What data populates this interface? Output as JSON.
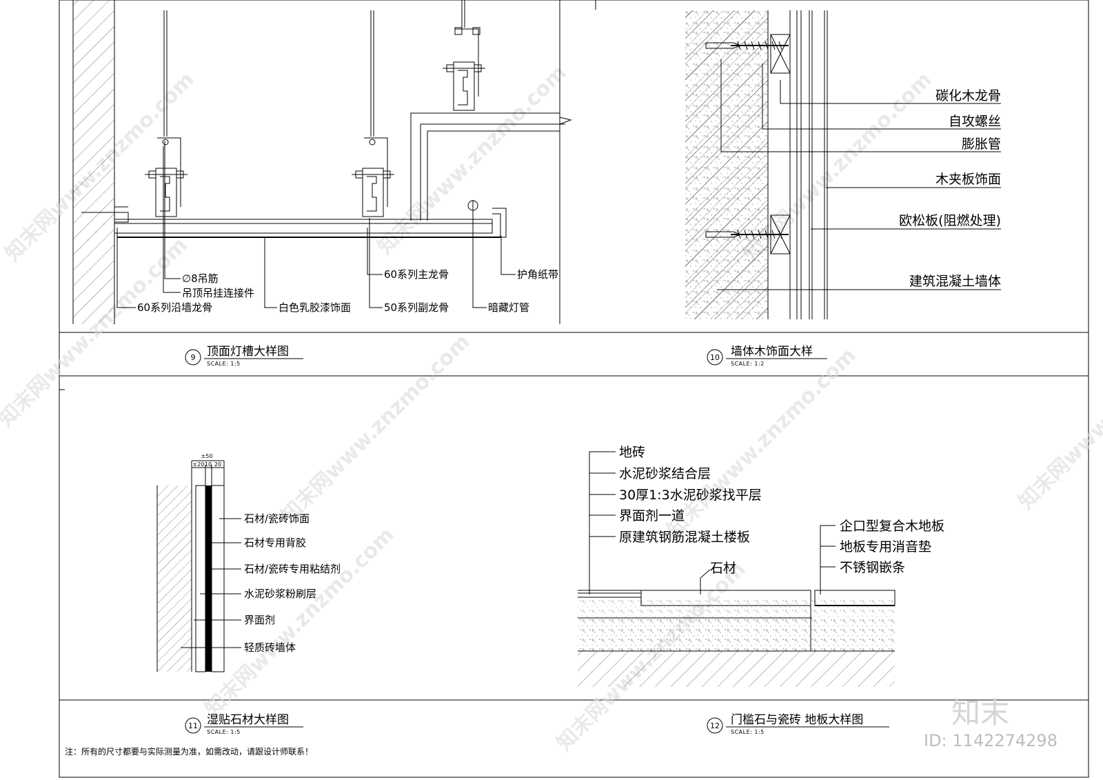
{
  "panels": {
    "p9": {
      "number": "9",
      "title": "顶面灯槽大样图",
      "scale": "SCALE: 1:5",
      "labels": {
        "rod": "∅8吊筋",
        "hanger": "吊顶吊挂连接件",
        "wall_keel": "60系列沿墙龙骨",
        "paint": "白色乳胶漆饰面",
        "main_keel": "60系列主龙骨",
        "sub_keel": "50系列副龙骨",
        "light": "暗藏灯管",
        "tape": "护角纸带"
      }
    },
    "p10": {
      "number": "10",
      "title": "墙体木饰面大样",
      "scale": "SCALE: 1:2",
      "labels": {
        "l1": "碳化木龙骨",
        "l2": "自攻螺丝",
        "l3": "膨胀管",
        "l4": "木夹板饰面",
        "l5": "欧松板(阻燃处理)",
        "l6": "建筑混凝土墙体"
      }
    },
    "p11": {
      "number": "11",
      "title": "湿贴石材大样图",
      "scale": "SCALE: 1:5",
      "dims": {
        "total": "±50",
        "a": "±20",
        "b": "10",
        "c": "20"
      },
      "labels": {
        "l1": "石材/瓷砖饰面",
        "l2": "石材专用背胶",
        "l3": "石材/瓷砖专用粘结剂",
        "l4": "水泥砂浆粉刷层",
        "l5": "界面剂",
        "l6": "轻质砖墙体"
      }
    },
    "p12": {
      "number": "12",
      "title": "门槛石与瓷砖  地板大样图",
      "scale": "SCALE: 1:5",
      "labels": {
        "l1": "地砖",
        "l2": "水泥砂浆结合层",
        "l3": "30厚1:3水泥砂浆找平层",
        "l4": "界面剂一道",
        "l5": "原建筑钢筋混凝土楼板",
        "stone": "石材",
        "r1": "企口型复合木地板",
        "r2": "地板专用消音垫",
        "r3": "不锈钢嵌条"
      }
    }
  },
  "note": "注：所有的尺寸都要与实际测量为准，如需改动，请跟设计师联系！",
  "watermark": {
    "text": "知末网www.znzmo.com",
    "brand": "知末",
    "id": "ID: 1142274298"
  }
}
